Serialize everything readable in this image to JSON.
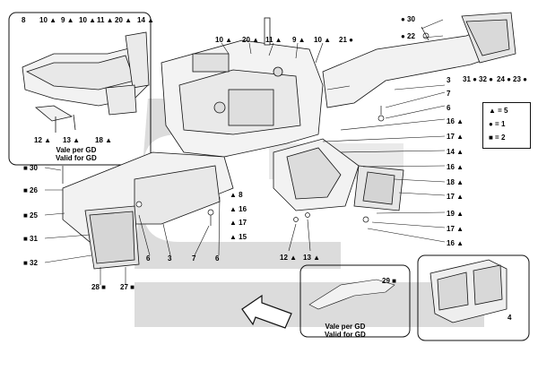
{
  "notes": {
    "vale_top_left": "Vale per GD",
    "valid_top_left": "Valid for GD",
    "vale_bottom": "Vale per GD",
    "valid_bottom": "Valid for GD"
  },
  "legend": {
    "triangle": "▲ = 5",
    "circle": "● = 1",
    "square": "■ = 2"
  },
  "callouts": [
    "8",
    "10 ▲",
    "9 ▲",
    "10 ▲",
    "11 ▲",
    "20 ▲",
    "14 ▲",
    "12 ▲",
    "13 ▲",
    "18 ▲",
    "10 ▲",
    "20 ▲",
    "11 ▲",
    "9 ▲",
    "10 ▲",
    "21 ●",
    "● 30",
    "● 22",
    "31 ●",
    "32 ●",
    "24 ●",
    "23 ●",
    "3",
    "7",
    "6",
    "16 ▲",
    "17 ▲",
    "14 ▲",
    "16 ▲",
    "18 ▲",
    "17 ▲",
    "19 ▲",
    "17 ▲",
    "16 ▲",
    "■ 30",
    "■ 26",
    "■ 25",
    "■ 31",
    "■ 32",
    "28 ■",
    "27 ■",
    "6",
    "3",
    "7",
    "6",
    "▲ 8",
    "▲ 16",
    "▲ 17",
    "▲ 15",
    "12 ▲",
    "13 ▲",
    "29 ■",
    "4"
  ],
  "colors": {
    "watermark": "#d9d9d9",
    "line": "#111111",
    "part_fill": "#f2f2f2"
  },
  "icons": [
    "arrow-pointer-icon"
  ]
}
